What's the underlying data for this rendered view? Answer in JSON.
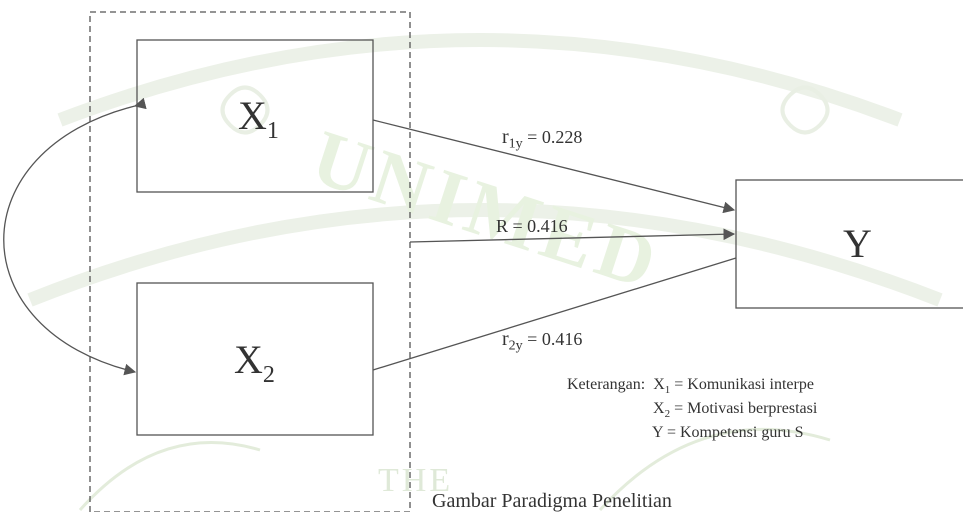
{
  "boxes": {
    "x1": {
      "letter": "X",
      "sub": "1"
    },
    "x2": {
      "letter": "X",
      "sub": "2"
    },
    "y": {
      "letter": "Y"
    }
  },
  "coefficients": {
    "r1y": {
      "symbol": "r",
      "sub": "1y",
      "value": "= 0.228"
    },
    "R": {
      "text": "R  = 0.416"
    },
    "r2y": {
      "symbol": "r",
      "sub": "2y",
      "value": "= 0.416"
    }
  },
  "notes": {
    "heading": "Keterangan:",
    "x1": {
      "symbol": "X",
      "sub": "1",
      "text": "= Komunikasi  interpe"
    },
    "x2": {
      "symbol": "X",
      "sub": "2",
      "text": "= Motivasi berprestasi"
    },
    "y": {
      "symbol": "Y",
      "text": " = Kompetensi guru S"
    }
  },
  "caption": "Gambar  Paradigma Penelitian",
  "watermark": {
    "text": "UNIMED",
    "lower_text": "THE"
  },
  "colors": {
    "line": "#555555",
    "watermark": "#e6eedf"
  }
}
